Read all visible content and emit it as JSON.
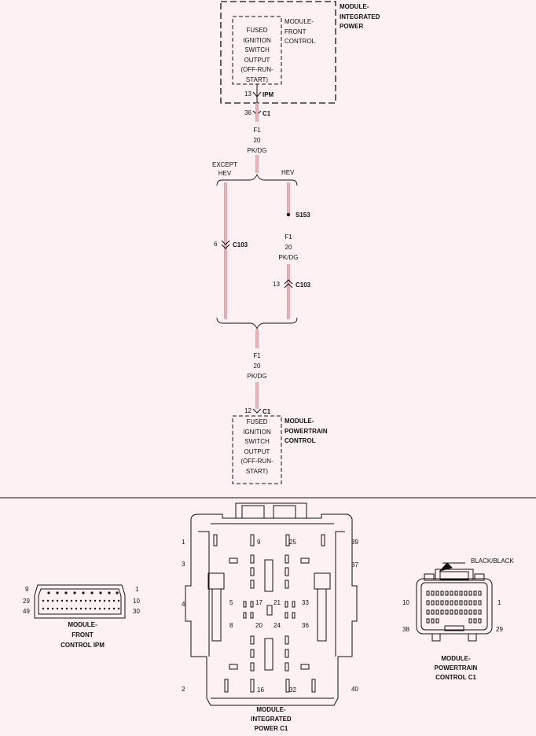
{
  "colors": {
    "background": "#fdf1f4",
    "wire": "#d58a94",
    "wire_core": "#f7dde2",
    "ink": "#111111"
  },
  "top_module": {
    "name": [
      "MODULE-",
      "INTEGRATED",
      "POWER"
    ],
    "inner_module": [
      "MODULE-",
      "FRONT",
      "CONTROL"
    ],
    "function": [
      "FUSED",
      "IGNITION",
      "SWITCH",
      "OUTPUT",
      "(OFF-RUN-",
      "START)"
    ],
    "pin": "13",
    "pin_connector": "IPM",
    "connector_pin": "36",
    "connector": "C1"
  },
  "wire_upper": {
    "circuit": "F1",
    "gauge": "20",
    "color": "PK/DG"
  },
  "branch_except_hev": {
    "label": [
      "EXCEPT",
      "HEV"
    ],
    "connector_pin": "6",
    "connector": "C103"
  },
  "branch_hev": {
    "label": "HEV",
    "splice": "S153",
    "circuit": "F1",
    "gauge": "20",
    "color": "PK/DG",
    "connector_pin": "13",
    "connector": "C103"
  },
  "wire_lower": {
    "circuit": "F1",
    "gauge": "20",
    "color": "PK/DG"
  },
  "bottom_module": {
    "connector_pin": "12",
    "connector": "C1",
    "name": [
      "MODULE-",
      "POWERTRAIN",
      "CONTROL"
    ],
    "function": [
      "FUSED",
      "IGNITION",
      "SWITCH",
      "OUTPUT",
      "(OFF-RUN-",
      "START)"
    ]
  },
  "connector_views": {
    "fcim": {
      "caption": [
        "MODULE-",
        "FRONT",
        "CONTROL IPM"
      ],
      "pins_left": [
        "9",
        "29",
        "49"
      ],
      "pins_right": [
        "1",
        "10",
        "30"
      ]
    },
    "ipm": {
      "caption": [
        "MODULE-",
        "INTEGRATED",
        "POWER C1"
      ],
      "outer_left": [
        "1",
        "3",
        "4",
        "2"
      ],
      "outer_right": [
        "39",
        "37",
        "40"
      ],
      "inner": [
        "9",
        "25",
        "5",
        "17",
        "21",
        "33",
        "8",
        "20",
        "24",
        "36",
        "16",
        "32"
      ]
    },
    "pcm": {
      "caption": [
        "MODULE-",
        "POWERTRAIN",
        "CONTROL C1"
      ],
      "color_label": "BLACK/BLACK",
      "pins_left": [
        "10",
        "38"
      ],
      "pins_right": [
        "1",
        "29"
      ]
    }
  }
}
